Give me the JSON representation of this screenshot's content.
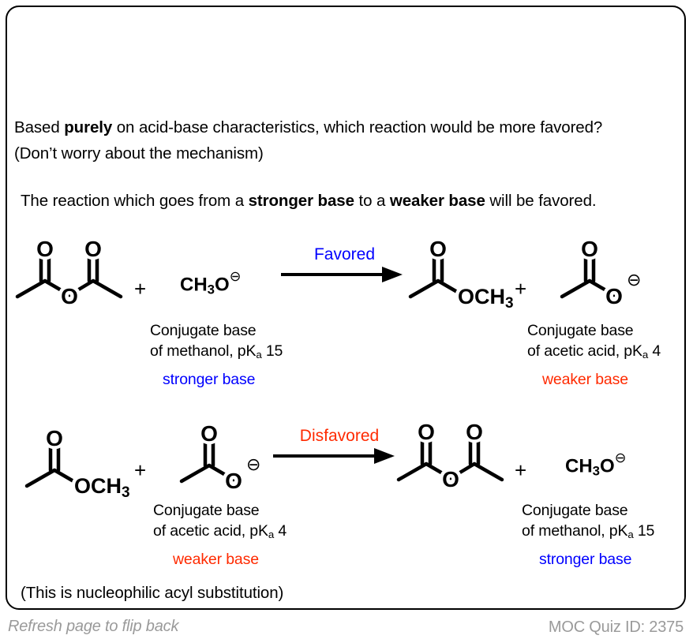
{
  "card": {
    "prompt_line1_pre": "Based ",
    "prompt_line1_bold": "purely",
    "prompt_line1_post": " on acid-base characteristics, which reaction would be more favored?",
    "prompt_line2": "(Don’t worry about the mechanism)",
    "statement_pre": "The reaction which goes from a ",
    "statement_bold1": "stronger base",
    "statement_mid": " to a ",
    "statement_bold2": "weaker base",
    "statement_post": " will be favored.",
    "note": "(This is nucleophilic acyl substitution)"
  },
  "reactions": [
    {
      "id": "favored",
      "arrow_label": "Favored",
      "arrow_color": "#0000ff",
      "reactant_1": {
        "name": "acetic-anhydride",
        "kind": "structure-anhydride"
      },
      "plus_1": "+",
      "reactant_2": {
        "name": "methoxide",
        "kind": "formula",
        "formula_main": "CH",
        "formula_sub": "3",
        "formula_tail": "O",
        "charge": "⊖",
        "caption_line1": "Conjugate base",
        "caption_line2_pre": "of methanol, pK",
        "caption_line2_sub": "a",
        "caption_line2_post": " 15",
        "base_tag": "stronger base",
        "base_tag_color": "#0000ff"
      },
      "product_1": {
        "name": "methyl-acetate",
        "kind": "structure-ester",
        "label": "OCH",
        "label_sub": "3"
      },
      "plus_2": "+",
      "product_2": {
        "name": "acetate-anion",
        "kind": "structure-carboxylate",
        "charge": "⊖",
        "caption_line1": "Conjugate base",
        "caption_line2_pre": "of acetic acid, pK",
        "caption_line2_sub": "a",
        "caption_line2_post": " 4",
        "base_tag": "weaker base",
        "base_tag_color": "#ff2a00"
      }
    },
    {
      "id": "disfavored",
      "arrow_label": "Disfavored",
      "arrow_color": "#ff2a00",
      "reactant_1": {
        "name": "methyl-acetate",
        "kind": "structure-ester",
        "label": "OCH",
        "label_sub": "3"
      },
      "plus_1": "+",
      "reactant_2": {
        "name": "acetate-anion",
        "kind": "structure-carboxylate",
        "charge": "⊖",
        "caption_line1": "Conjugate base",
        "caption_line2_pre": "of acetic acid, pK",
        "caption_line2_sub": "a",
        "caption_line2_post": " 4",
        "base_tag": "weaker base",
        "base_tag_color": "#ff2a00"
      },
      "product_1": {
        "name": "acetic-anhydride",
        "kind": "structure-anhydride"
      },
      "plus_2": "+",
      "product_2": {
        "name": "methoxide",
        "kind": "formula",
        "formula_main": "CH",
        "formula_sub": "3",
        "formula_tail": "O",
        "charge": "⊖",
        "caption_line1": "Conjugate base",
        "caption_line2_pre": "of methanol, pK",
        "caption_line2_sub": "a",
        "caption_line2_post": " 15",
        "base_tag": "stronger base",
        "base_tag_color": "#0000ff"
      }
    }
  ],
  "atom_labels": {
    "oxygen": "O"
  },
  "footer": {
    "left": "Refresh page to flip back",
    "right": "MOC Quiz ID: 2375"
  }
}
